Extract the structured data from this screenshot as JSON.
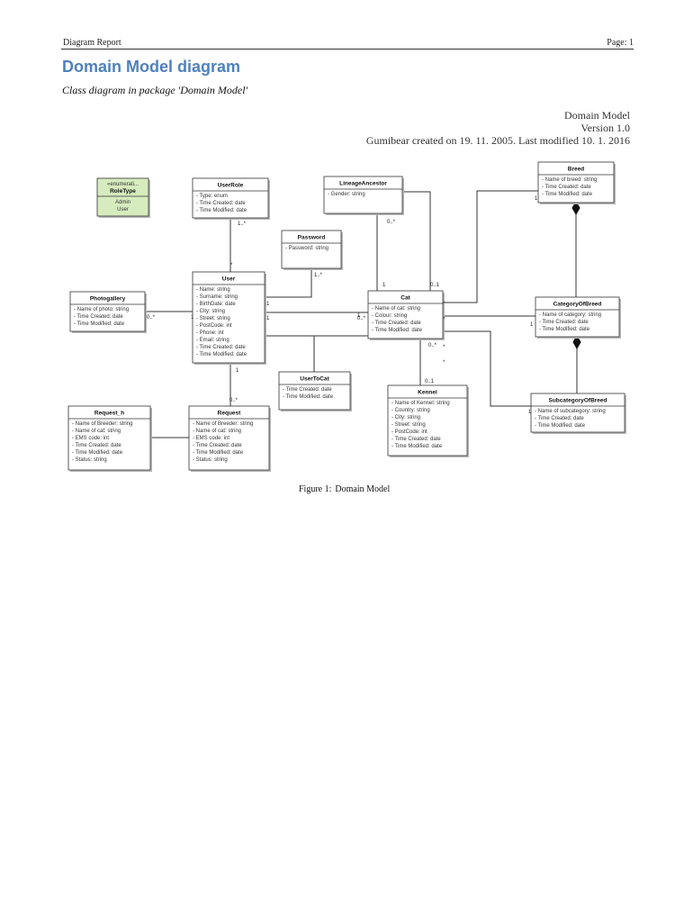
{
  "header": {
    "left": "Diagram Report",
    "right": "Page: 1"
  },
  "title": "Domain Model diagram",
  "subtitle": "Class diagram in package 'Domain Model'",
  "meta": {
    "name": "Domain Model",
    "version": "Version 1.0",
    "info": "Gumibear created on 19. 11. 2005.  Last modified 10. 1. 2016"
  },
  "caption": {
    "label": "Figure 1:",
    "text": "Domain Model"
  },
  "diagram": {
    "classes": [
      {
        "id": "roletype",
        "stereotype": "«enumerati...",
        "name": "RoleType",
        "attrs": [
          "Admin",
          "User"
        ]
      },
      {
        "id": "userrole",
        "name": "UserRole",
        "attrs": [
          "Type: enum",
          "Time Created: date",
          "Time Modified: date"
        ]
      },
      {
        "id": "lineage",
        "name": "LineageAncestor",
        "attrs": [
          "Gender: string"
        ]
      },
      {
        "id": "breed",
        "name": "Breed",
        "attrs": [
          "Name of breed: string",
          "Time Created: date",
          "Time Modified: date"
        ]
      },
      {
        "id": "password",
        "name": "Password",
        "attrs": [
          "Password: string"
        ]
      },
      {
        "id": "photogallery",
        "name": "Photogallery",
        "attrs": [
          "Name of photo: string",
          "Time Created: date",
          "Time Modified: date"
        ]
      },
      {
        "id": "user",
        "name": "User",
        "attrs": [
          "Name: string",
          "Surname: string",
          "BirthDate: date",
          "City: string",
          "Street: string",
          "PostCode: int",
          "Phone: int",
          "Email: string",
          "Time Created: date",
          "Time Modified: date"
        ]
      },
      {
        "id": "cat",
        "name": "Cat",
        "attrs": [
          "Name of cat: string",
          "Colour: string",
          "Time Created: date",
          "Time Modified: date"
        ]
      },
      {
        "id": "categoryofbreed",
        "name": "CategoryOfBreed",
        "attrs": [
          "Name of category: string",
          "Time Created: date",
          "Time Modified: date"
        ]
      },
      {
        "id": "usertocat",
        "name": "UserToCat",
        "attrs": [
          "Time Created: date",
          "Time Modified: date"
        ]
      },
      {
        "id": "kennel",
        "name": "Kennel",
        "attrs": [
          "Name of Kennel: string",
          "Country: string",
          "City: string",
          "Street: string",
          "PostCode: int",
          "Time Created: date",
          "Time Modified: date"
        ]
      },
      {
        "id": "subcategory",
        "name": "SubcategoryOfBreed",
        "attrs": [
          "Name of subcategory: string",
          "Time Created: date",
          "Time Modified: date"
        ]
      },
      {
        "id": "request_h",
        "name": "Request_h",
        "attrs": [
          "Name of Breeder: string",
          "Name of cat: string",
          "EMS code: int",
          "Time Created: date",
          "Time Modified: date",
          "Status: string"
        ]
      },
      {
        "id": "request",
        "name": "Request",
        "attrs": [
          "Name of Breeder: string",
          "Name of cat: string",
          "EMS code: int",
          "Time Created: date",
          "Time Modified: date",
          "Status: string"
        ]
      }
    ],
    "multiplicities": [
      "1..*",
      "*",
      "1..*",
      "1",
      "0..*",
      "1",
      "1",
      "1",
      "0..*",
      "1",
      "0..1",
      "0..*",
      "*",
      "*",
      "*",
      "1",
      "1",
      "0..*",
      "*",
      "0..1",
      "1",
      "1",
      "0..*"
    ]
  }
}
